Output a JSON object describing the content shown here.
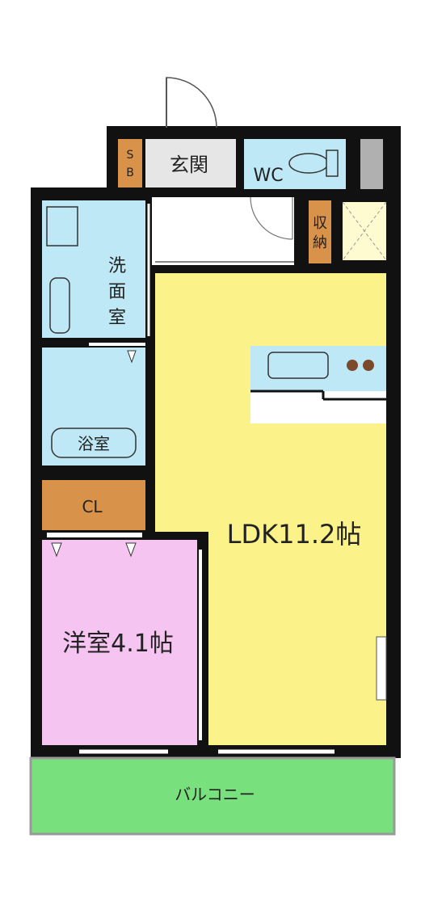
{
  "rooms": {
    "entrance": "玄関",
    "shoe_box": "SB",
    "toilet": "WC",
    "storage": "収納",
    "washroom": "洗面室",
    "bathroom": "浴室",
    "closet": "CL",
    "western_room": "洋室4.1帖",
    "ldk": "LDK11.2帖",
    "balcony": "バルコニー"
  },
  "colors": {
    "wall": "#111111",
    "ldk_floor": "#fbf38a",
    "western_room_floor": "#f6c4f0",
    "wet_area_floor": "#bfe8f6",
    "closet_floor": "#d9924a",
    "balcony_floor": "#78e07c",
    "entrance_floor": "#e6e6e6",
    "counter": "#ffffff"
  }
}
